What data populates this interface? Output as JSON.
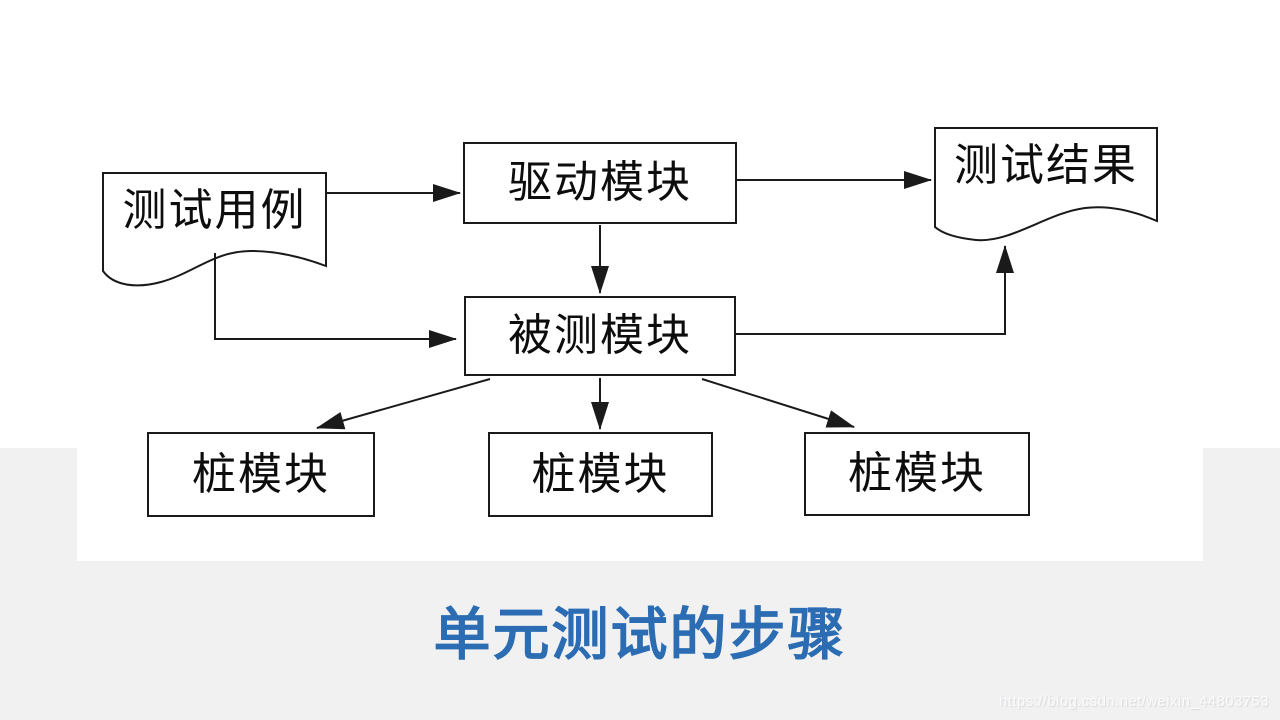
{
  "page": {
    "background_color": "#f1f1f2",
    "figure_background_color": "#ffffff",
    "line_color": "#1a1a1a"
  },
  "title": {
    "text": "单元测试的步骤",
    "color": "#2b6cb3"
  },
  "watermark": {
    "text": "https://blog.csdn.net/weixin_44803753"
  },
  "diagram": {
    "nodes": {
      "test_case": {
        "label": "测试用例",
        "shape": "document"
      },
      "driver": {
        "label": "驱动模块",
        "shape": "rect"
      },
      "test_result": {
        "label": "测试结果",
        "shape": "document"
      },
      "module_under_test": {
        "label": "被测模块",
        "shape": "rect"
      },
      "stub_left": {
        "label": "桩模块",
        "shape": "rect"
      },
      "stub_middle": {
        "label": "桩模块",
        "shape": "rect"
      },
      "stub_right": {
        "label": "桩模块",
        "shape": "rect"
      }
    },
    "edges": [
      {
        "from": "test_case",
        "to": "driver"
      },
      {
        "from": "driver",
        "to": "module_under_test"
      },
      {
        "from": "driver",
        "to": "test_result"
      },
      {
        "from": "test_case",
        "to": "module_under_test"
      },
      {
        "from": "module_under_test",
        "to": "test_result"
      },
      {
        "from": "module_under_test",
        "to": "stub_left"
      },
      {
        "from": "module_under_test",
        "to": "stub_middle"
      },
      {
        "from": "module_under_test",
        "to": "stub_right"
      }
    ]
  }
}
